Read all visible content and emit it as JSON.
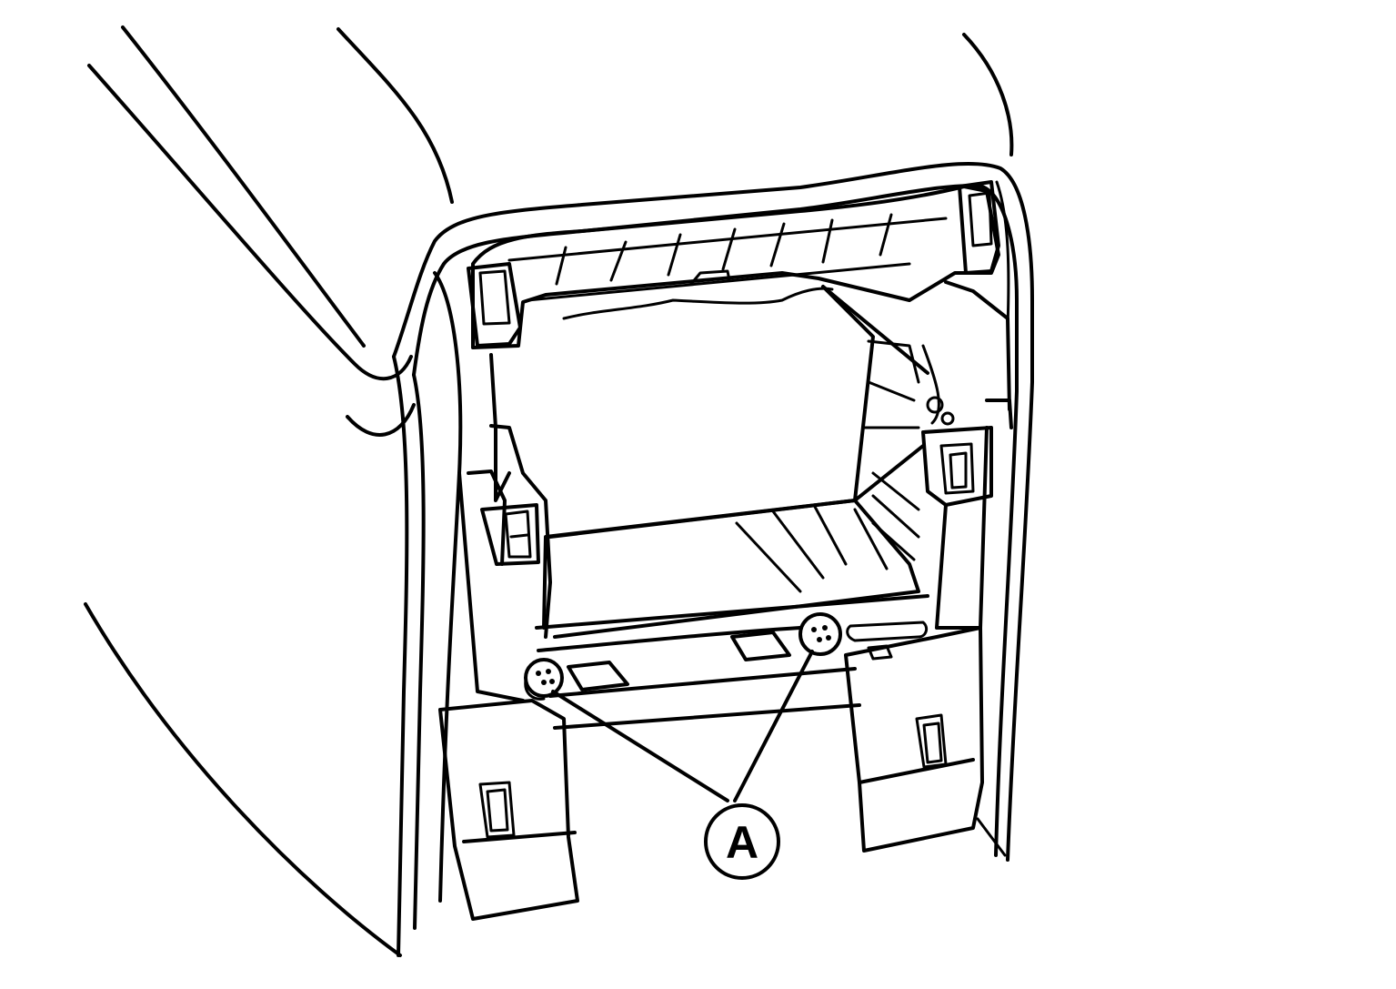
{
  "diagram": {
    "callouts": [
      {
        "id": "A",
        "label": "A",
        "refers_to": "clip"
      }
    ],
    "colors": {
      "ink": "#000000",
      "paper": "#ffffff"
    }
  }
}
